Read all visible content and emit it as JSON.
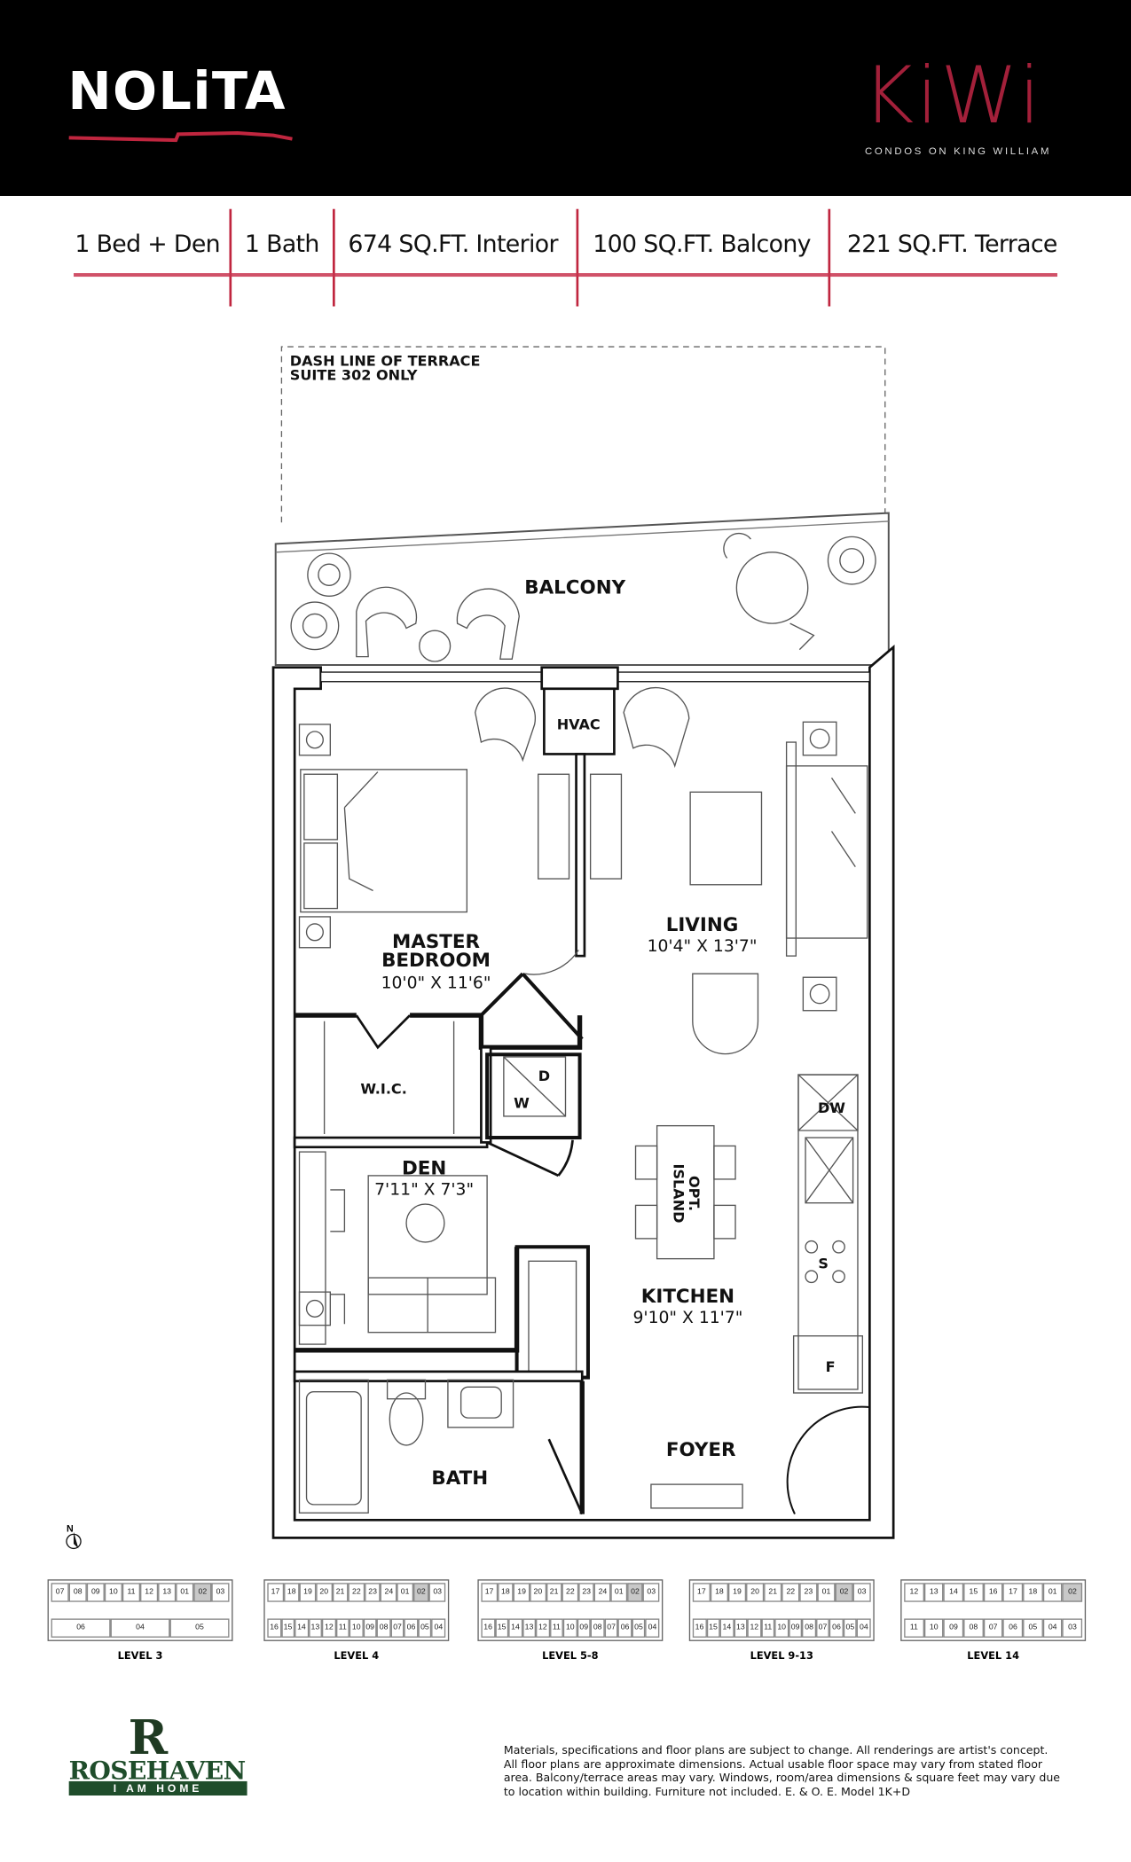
{
  "header": {
    "suite_name": "NOLiTA",
    "brand": "KiWi",
    "brand_tagline": "CONDOS ON KING WILLIAM"
  },
  "stats": [
    "1 Bed + Den",
    "1 Bath",
    "674 SQ.FT. Interior",
    "100 SQ.FT. Balcony",
    "221 SQ.FT. Terrace"
  ],
  "plan": {
    "terrace_note_1": "DASH LINE OF TERRACE",
    "terrace_note_2": "SUITE 302 ONLY",
    "balcony": "BALCONY",
    "hvac": "HVAC",
    "master_1": "MASTER",
    "master_2": "BEDROOM",
    "master_dim": "10'0\" X 11'6\"",
    "living": "LIVING",
    "living_dim": "10'4\" X 13'7\"",
    "wic": "W.I.C.",
    "dryer": "D",
    "washer": "W",
    "den": "DEN",
    "den_dim": "7'11\" X 7'3\"",
    "island_1": "OPT.",
    "island_2": "ISLAND",
    "dw": "DW",
    "stove": "S",
    "fridge": "F",
    "kitchen": "KITCHEN",
    "kitchen_dim": "9'10\" X 11'7\"",
    "foyer": "FOYER",
    "bath": "BATH",
    "north": "N"
  },
  "keyplans": [
    {
      "label": "LEVEL 3",
      "top": [
        "07",
        "08",
        "09",
        "10",
        "11",
        "12",
        "13",
        "01",
        "02",
        "03"
      ],
      "bottom": [
        "06",
        "04",
        "05"
      ]
    },
    {
      "label": "LEVEL 4",
      "top": [
        "17",
        "18",
        "19",
        "20",
        "21",
        "22",
        "23",
        "24",
        "01",
        "02",
        "03"
      ],
      "bottom": [
        "16",
        "15",
        "14",
        "13",
        "12",
        "11",
        "10",
        "09",
        "08",
        "07",
        "06",
        "05",
        "04"
      ]
    },
    {
      "label": "LEVEL 5-8",
      "top": [
        "17",
        "18",
        "19",
        "20",
        "21",
        "22",
        "23",
        "24",
        "01",
        "02",
        "03"
      ],
      "bottom": [
        "16",
        "15",
        "14",
        "13",
        "12",
        "11",
        "10",
        "09",
        "08",
        "07",
        "06",
        "05",
        "04"
      ]
    },
    {
      "label": "LEVEL 9-13",
      "top": [
        "17",
        "18",
        "19",
        "20",
        "21",
        "22",
        "23",
        "01",
        "02",
        "03"
      ],
      "bottom": [
        "16",
        "15",
        "14",
        "13",
        "12",
        "11",
        "10",
        "09",
        "08",
        "07",
        "06",
        "05",
        "04"
      ]
    },
    {
      "label": "LEVEL 14",
      "top": [
        "12",
        "13",
        "14",
        "15",
        "16",
        "17",
        "18",
        "01",
        "02"
      ],
      "bottom": [
        "11",
        "10",
        "09",
        "08",
        "07",
        "06",
        "05",
        "04",
        "03"
      ]
    }
  ],
  "highlight_unit": "02",
  "footer": {
    "developer": "ROSEHAVEN",
    "developer_mark": "R",
    "developer_tagline": "I AM HOME",
    "disclaimer": "Materials, specifications and floor plans are subject to change. All renderings are artist's concept. All floor plans are approximate dimensions. Actual usable floor space may vary from stated floor area. Balcony/terrace areas may vary. Windows, room/area dimensions & square feet may vary due to location within building. Furniture not included. E. & O. E. Model 1K+D"
  },
  "colors": {
    "accent": "#a3203a",
    "header_bg": "#000000",
    "developer_green": "#1f4d2b"
  }
}
